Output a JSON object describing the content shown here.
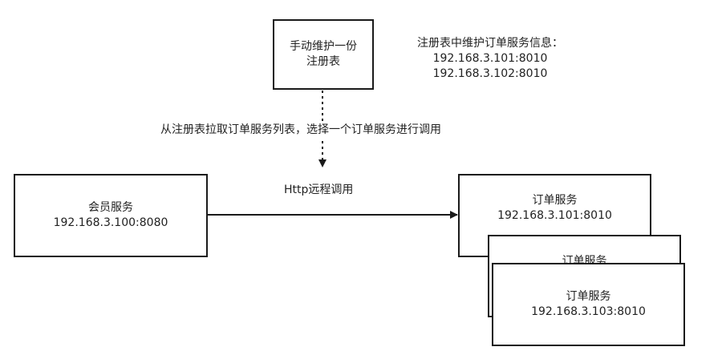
{
  "registry_box": {
    "line1": "手动维护一份",
    "line2": "注册表"
  },
  "registry_note": {
    "title": "注册表中维护订单服务信息：",
    "entries": [
      "192.168.3.101:8010",
      "192.168.3.102:8010"
    ]
  },
  "pull_label": "从注册表拉取订单服务列表，选择一个订单服务进行调用",
  "http_label": "Http远程调用",
  "member_service": {
    "name": "会员服务",
    "address": "192.168.3.100:8080"
  },
  "order_services": [
    {
      "name": "订单服务",
      "address": "192.168.3.101:8010"
    },
    {
      "name": "订单服务",
      "address": ""
    },
    {
      "name": "订单服务",
      "address": "192.168.3.103:8010"
    }
  ],
  "colors": {
    "stroke": "#1a1a1a",
    "text": "#222222",
    "background": "#ffffff"
  }
}
